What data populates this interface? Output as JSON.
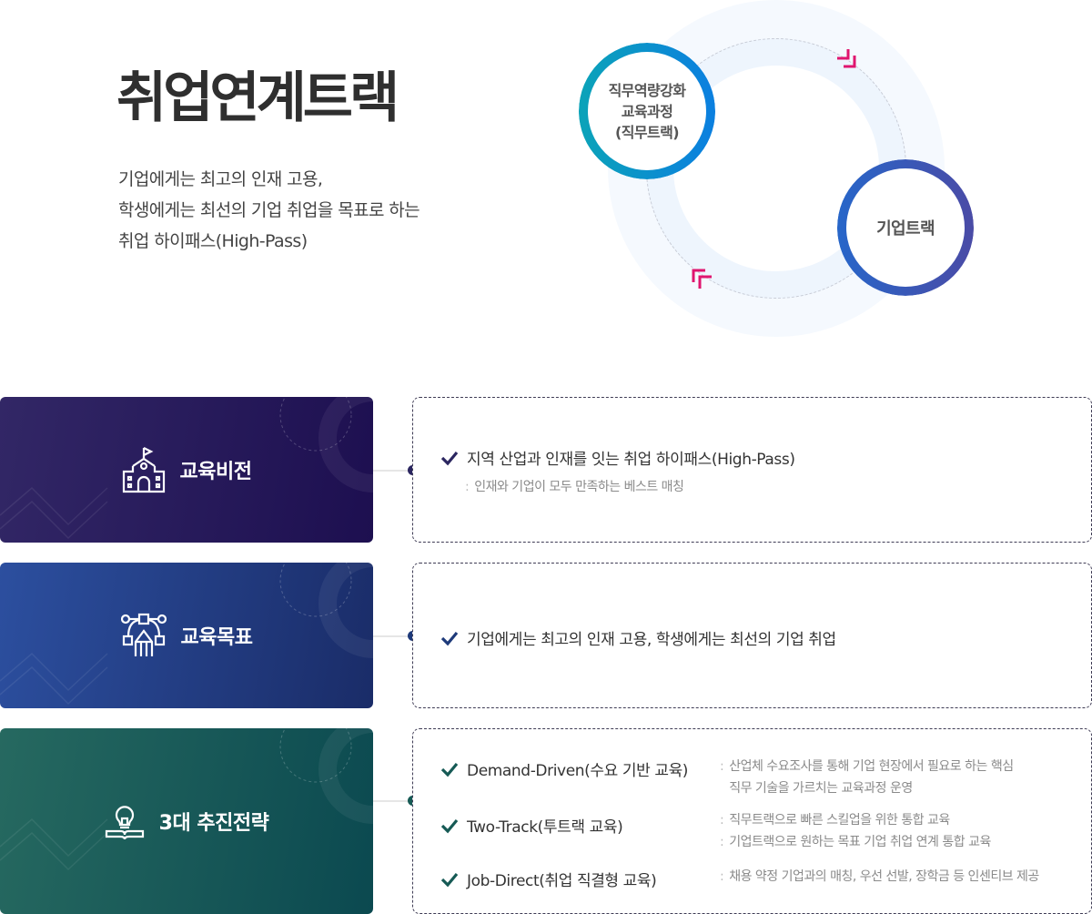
{
  "hero": {
    "title": "취업연계트랙",
    "description": [
      "기업에게는 최고의 인재 고용,",
      "학생에게는 최선의 기업 취업을 목표로 하는",
      "취업 하이패스(High-Pass)"
    ]
  },
  "cycle": {
    "node_a": [
      "직무역량강화",
      "교육과정",
      "(직무트랙)"
    ],
    "node_b": "기업트랙",
    "accent_color": "#e0156f"
  },
  "sections": [
    {
      "title": "교육비전",
      "icon": "school-icon",
      "color": "#2b1f5e",
      "items": [
        {
          "label": "지역 산업과 인재를 잇는 취업 하이패스(High-Pass)",
          "details": [
            "인재와 기업이 모두 만족하는 베스트 매칭"
          ]
        }
      ]
    },
    {
      "title": "교육목표",
      "icon": "vector-pen-icon",
      "color": "#243e86",
      "items": [
        {
          "label": "기업에게는 최고의 인재 고용, 학생에게는 최선의 기업 취업",
          "details": []
        }
      ]
    },
    {
      "title": "3대 추진전략",
      "icon": "lightbulb-book-icon",
      "color": "#175a58",
      "items": [
        {
          "label": "Demand-Driven(수요 기반 교육)",
          "details": [
            "산업체 수요조사를 통해 기업 현장에서 필요로 하는 핵심",
            "직무 기술을 가르치는 교육과정 운영"
          ]
        },
        {
          "label": "Two-Track(투트랙 교육)",
          "details": [
            "직무트랙으로 빠른 스킬업을 위한 통합 교육",
            "기업트랙으로 원하는  목표 기업 취업 연계 통합 교육"
          ]
        },
        {
          "label": "Job-Direct(취업 직결형 교육)",
          "details": [
            "채용 약정 기업과의 매칭, 우선 선발, 장학금 등 인센티브 제공"
          ]
        }
      ]
    }
  ]
}
